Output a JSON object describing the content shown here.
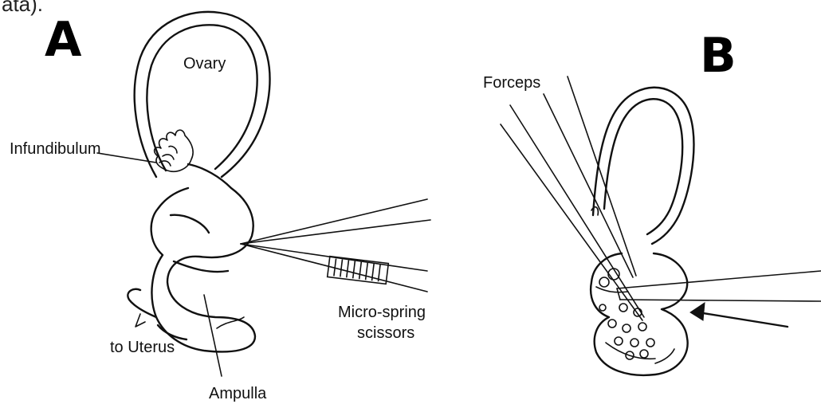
{
  "top_fragment": "ata).",
  "panel_a": {
    "letter": "A",
    "labels": {
      "ovary": "Ovary",
      "infundibulum": "Infundibulum",
      "micro_spring_line1": "Micro-spring",
      "micro_spring_line2": "scissors",
      "to_uterus": "to Uterus",
      "ampulla": "Ampulla"
    }
  },
  "panel_b": {
    "letter": "B",
    "labels": {
      "forceps": "Forceps"
    }
  }
}
